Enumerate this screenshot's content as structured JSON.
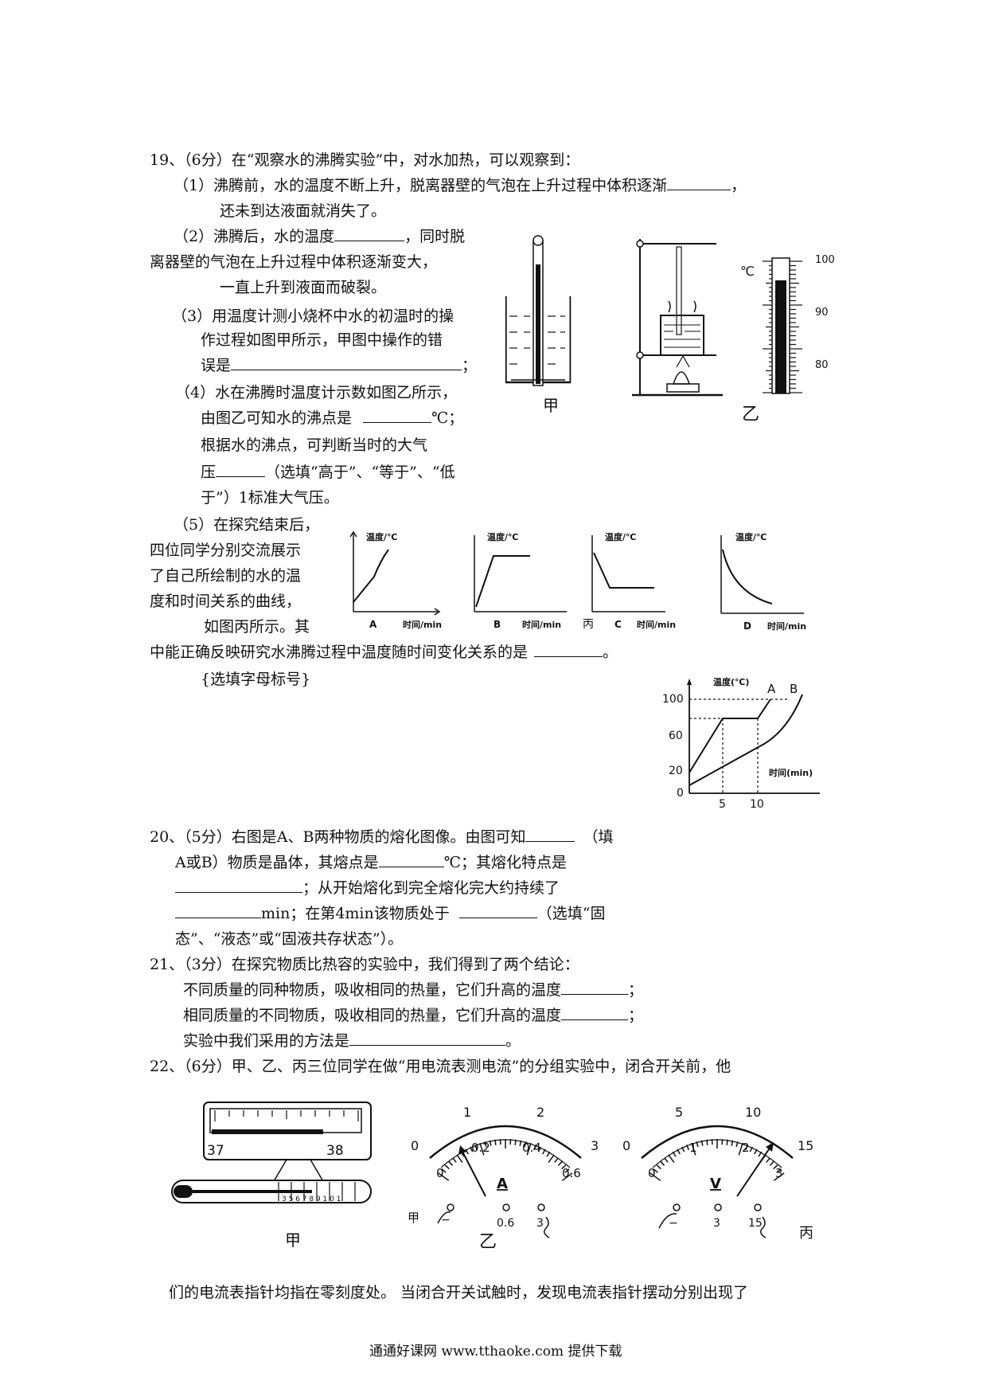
{
  "q19": {
    "stem": "19、（6分）在“观察水的沸腾实验”中，对水加热，可以观察到：",
    "p1a": "（1）沸腾前，水的温度不断上升，脱离器壁的气泡在上升过程中体积逐渐",
    "p1b": "，",
    "p1c": "还未到达液面就消失了。",
    "p2a": "（2）沸腾后，水的温度",
    "p2b": "，同时脱",
    "p2c": "离器壁的气泡在上升过程中体积逐渐变大，",
    "p2d": "一直上升到液面而破裂。",
    "p3a": "（3）用温度计测小烧杯中水的初温时的操",
    "p3b": "作过程如图甲所示，甲图中操作的错",
    "p3c": "误是",
    "p3d": "；",
    "p4a": "（4）水在沸腾时温度计示数如图乙所示，",
    "p4b": "由图乙可知水的沸点是",
    "p4c": "℃；",
    "p4d": "根据水的沸点，可判断当时的大气",
    "p4e": "压",
    "p4f": "（选填“高于”、“等于”、“低",
    "p4g": "于”）1标准大气压。",
    "p5a": "（5）在探究结束后，",
    "p5b": "四位同学分别交流展示",
    "p5c": "了自己所绘制的水的温",
    "p5d": "度和时间关系的曲线，",
    "p5e": "如图丙所示。其",
    "p5f": "中能正确反映研究水沸腾过程中温度随时间变化关系的是",
    "p5g": "。",
    "p5h": "{选填字母标号}",
    "fig_jia": "甲",
    "fig_yi": "乙",
    "fig_bing": "丙",
    "thermo_unit": "℃",
    "thermo_ticks": [
      "100",
      "90",
      "80"
    ],
    "graph_ylabel": "温度/℃",
    "graph_xlabel": "时间/min",
    "graph_letters": [
      "A",
      "B",
      "C",
      "D"
    ]
  },
  "q20": {
    "l1a": "20、（5分）右图是A、B两种物质的熔化图像。由图可知",
    "l1b": "（填",
    "l2a": "A或B）物质是晶体，其熔点是",
    "l2b": "℃；其熔化特点是",
    "l3": "；从开始熔化到完全熔化完大约持续了",
    "l4a": "min；在第4min该物质处于",
    "l4b": "（选填“固",
    "l5": "态”、“液态”或“固液共存状态”）。",
    "chart": {
      "ylabel": "温度(℃)",
      "xlabel": "时间(min)",
      "yticks": [
        "100",
        "60",
        "20",
        "0"
      ],
      "xticks": [
        "5",
        "10"
      ],
      "series_labels": [
        "A",
        "B"
      ]
    }
  },
  "q21": {
    "l1": "21、（3分）在探究物质比热容的实验中，我们得到了两个结论：",
    "l2": "不同质量的同种物质，吸收相同的热量，它们升高的温度",
    "l3": "相同质量的不同物质，吸收相同的热量，它们升高的温度",
    "l4": "实验中我们采用的方法是",
    "semi": "；",
    "period": "。"
  },
  "q22": {
    "l1": "22、（6分）甲、乙、丙三位同学在做“用电流表测电流”的分组实验中，闭合开关前，他",
    "l2": "们的电流表指针均指在零刻度处。 当闭合开关试触时，发现电流表指针摆动分别出现了",
    "thermo_labels": [
      "37",
      "38"
    ],
    "ammeter": {
      "symbol": "A",
      "outer": [
        "0",
        "1",
        "2",
        "3"
      ],
      "inner": [
        "0",
        "0.2",
        "0.4",
        "0.6"
      ],
      "terminals": [
        "−",
        "0.6",
        "3"
      ]
    },
    "voltmeter": {
      "symbol": "V",
      "outer": [
        "0",
        "5",
        "10",
        "15"
      ],
      "inner": [
        "0",
        "1",
        "2",
        "3"
      ],
      "terminals": [
        "−",
        "3",
        "15"
      ]
    },
    "labels": [
      "甲",
      "乙",
      "丙"
    ]
  },
  "footer": "通通好课网 www.tthaoke.com 提供下载"
}
